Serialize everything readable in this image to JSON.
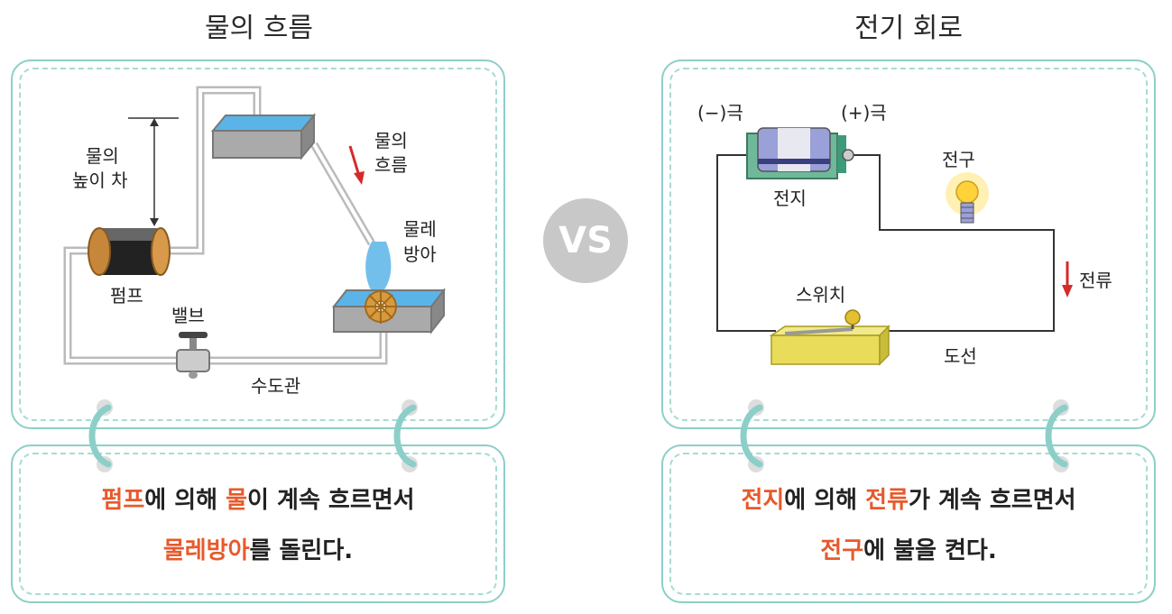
{
  "water": {
    "title": "물의 흐름",
    "labels": {
      "height_diff_1": "물의",
      "height_diff_2": "높이 차",
      "flow_1": "물의",
      "flow_2": "흐름",
      "wheel_1": "물레",
      "wheel_2": "방아",
      "pump": "펌프",
      "valve": "밸브",
      "pipe": "수도관"
    },
    "caption": {
      "line1": [
        {
          "text": "펌프",
          "hl": true
        },
        {
          "text": "에 의해 ",
          "hl": false
        },
        {
          "text": "물",
          "hl": true
        },
        {
          "text": "이 계속 흐르면서",
          "hl": false
        }
      ],
      "line2": [
        {
          "text": "물레방아",
          "hl": true
        },
        {
          "text": "를 돌린다.",
          "hl": false
        }
      ]
    }
  },
  "vs_label": "VS",
  "circuit": {
    "title": "전기 회로",
    "labels": {
      "neg": "(−)극",
      "pos": "(+)극",
      "battery": "전지",
      "bulb": "전구",
      "current": "전류",
      "switch": "스위치",
      "wire": "도선"
    },
    "caption": {
      "line1": [
        {
          "text": "전지",
          "hl": true
        },
        {
          "text": "에 의해 ",
          "hl": false
        },
        {
          "text": "전류",
          "hl": true
        },
        {
          "text": "가 계속 흐르면서",
          "hl": false
        }
      ],
      "line2": [
        {
          "text": "전구",
          "hl": true
        },
        {
          "text": "에 불을 켠다.",
          "hl": false
        }
      ]
    }
  },
  "colors": {
    "accent": "#e65a2c",
    "panel_border": "#8ccfc8",
    "arrow": "#d42a2a",
    "water": "#5ab4e8"
  }
}
